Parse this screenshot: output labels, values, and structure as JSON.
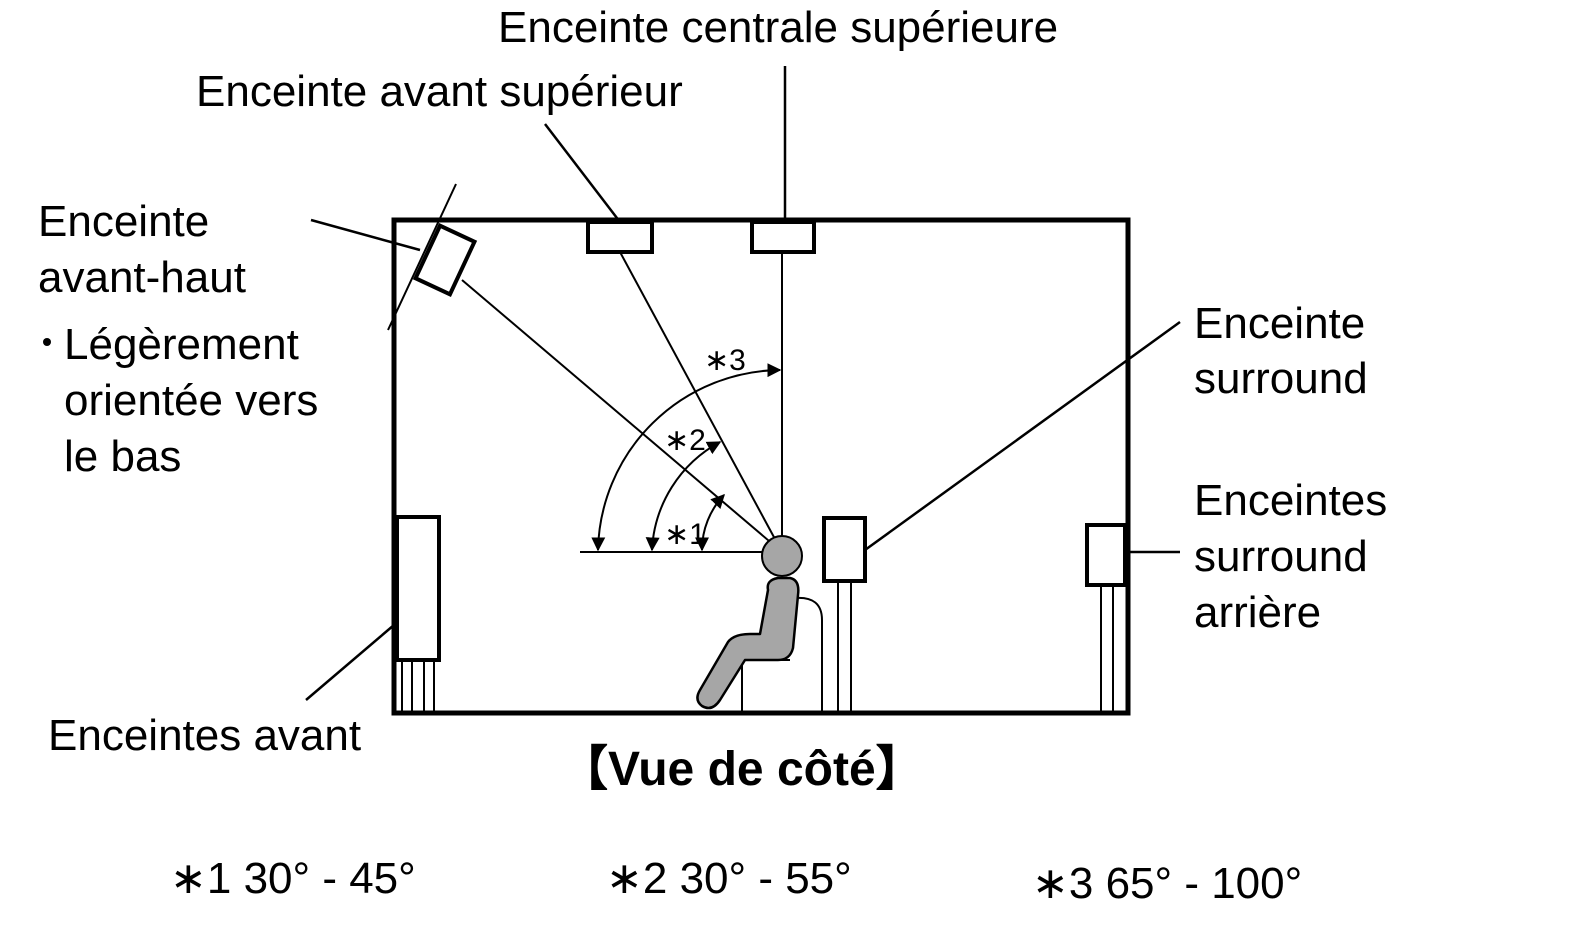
{
  "labels": {
    "top_center": "Enceinte centrale supérieure",
    "top_front": "Enceinte avant supérieur",
    "front_height_1": "Enceinte",
    "front_height_2": "avant-haut",
    "bullet_1": "Légèrement",
    "bullet_2": "orientée vers",
    "bullet_3": "le bas",
    "surround_1": "Enceinte",
    "surround_2": "surround",
    "surround_back_1": "Enceintes",
    "surround_back_2": "surround",
    "surround_back_3": "arrière",
    "front": "Enceintes avant",
    "view_title": "【Vue de côté】"
  },
  "angle_marks": {
    "m1": "∗1",
    "m2": "∗2",
    "m3": "∗3"
  },
  "notes": {
    "n1": "∗1 30° - 45°",
    "n2": "∗2 30° - 55°",
    "n3": "∗3 65° - 100°"
  },
  "colors": {
    "line": "#000000",
    "listener": "#a6a6a6"
  }
}
